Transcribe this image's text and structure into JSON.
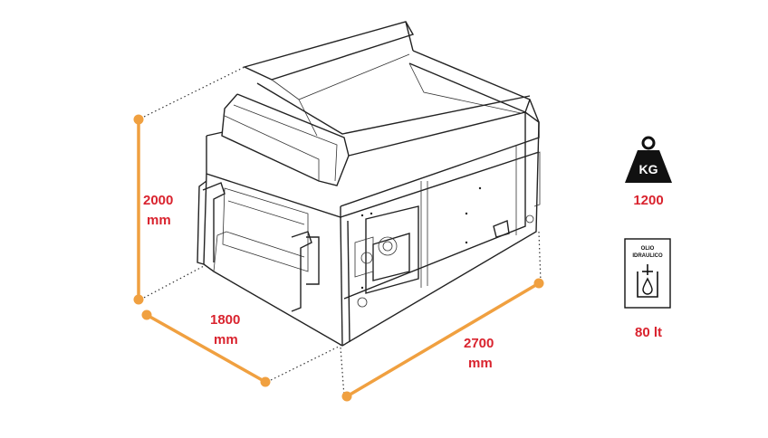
{
  "dimensions": {
    "height": {
      "value": "2000",
      "unit": "mm"
    },
    "depth": {
      "value": "1800",
      "unit": "mm"
    },
    "length": {
      "value": "2700",
      "unit": "mm"
    }
  },
  "specs": {
    "weight": {
      "icon": "kg-weight-icon",
      "icon_label": "KG",
      "value": "1200"
    },
    "oil": {
      "icon": "hydraulic-oil-icon",
      "icon_label_line1": "OLIO",
      "icon_label_line2": "IDRAULICO",
      "value": "80 lt"
    }
  },
  "colors": {
    "accent_orange": "#f0a040",
    "text_red": "#d9232e",
    "line": "#222222"
  }
}
